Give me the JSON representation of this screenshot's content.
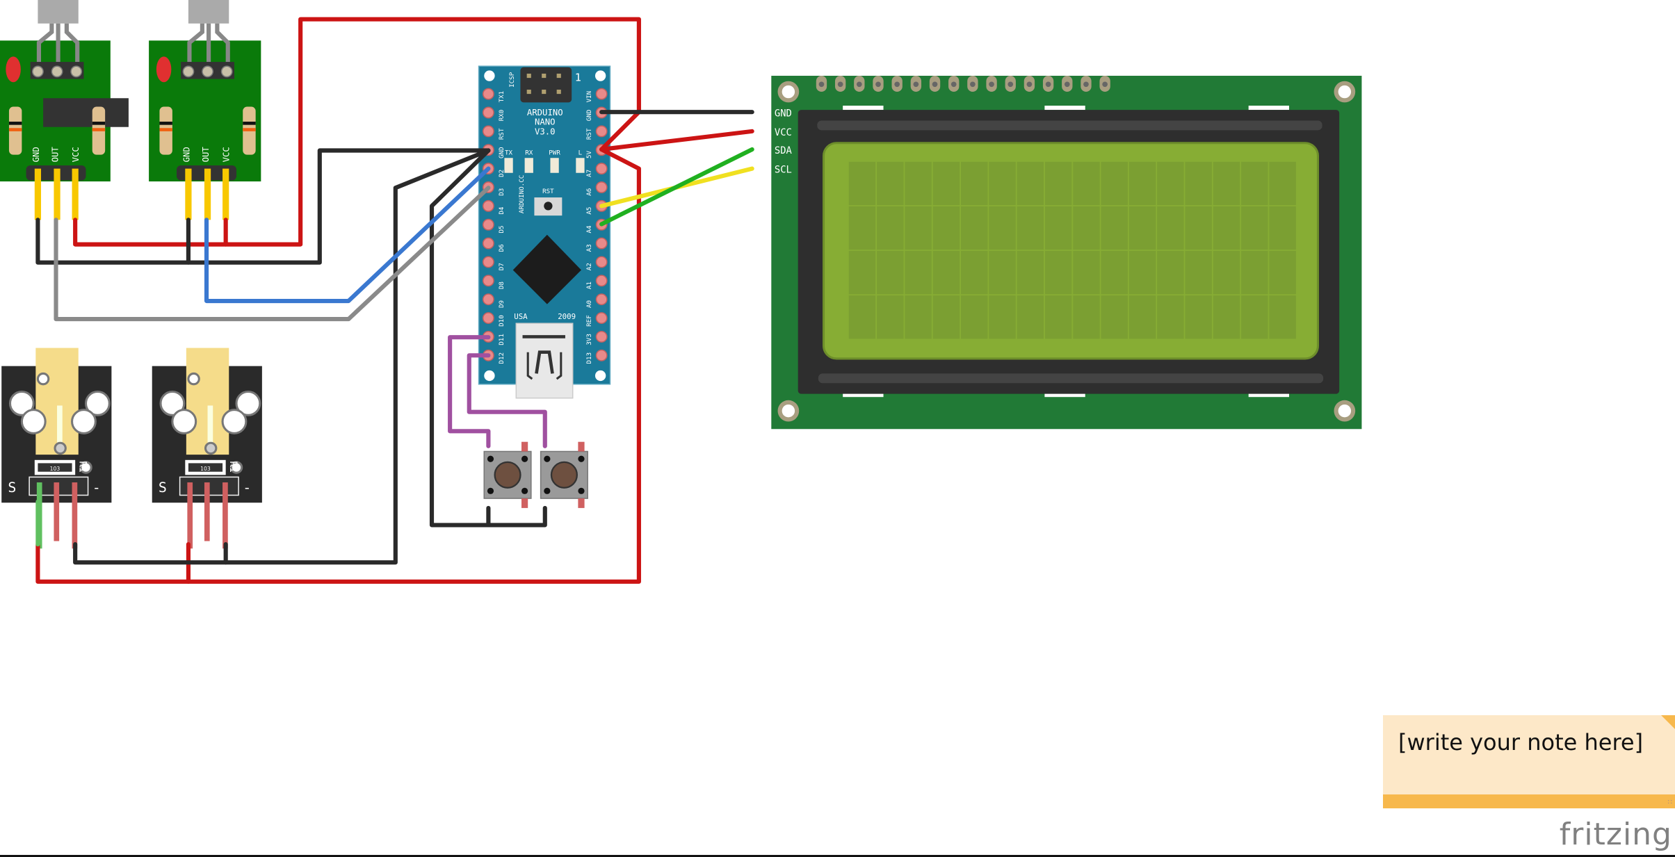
{
  "app": {
    "name": "Fritzing",
    "view": "Breadboard view",
    "logo_text": "fritzing"
  },
  "note": {
    "text": "[write your note here]"
  },
  "arduino": {
    "title_line1": "ARDUINO",
    "title_line2": "NANO",
    "title_line3": "V3.0",
    "icsp_label": "ICSP",
    "icsp_pin1": "1",
    "site_label": "ARDUINO.CC",
    "usa_label": "USA",
    "year_label": "2009",
    "rst_button_label": "RST",
    "leds": [
      "TX",
      "RX",
      "PWR",
      "L"
    ],
    "left_pins": [
      "TX1",
      "RX0",
      "RST",
      "GND",
      "D2",
      "D3",
      "D4",
      "D5",
      "D6",
      "D7",
      "D8",
      "D9",
      "D10",
      "D11",
      "D12"
    ],
    "right_pins": [
      "VIN",
      "GND",
      "RST",
      "5V",
      "A7",
      "A6",
      "A5",
      "A4",
      "A3",
      "A2",
      "A1",
      "A0",
      "REF",
      "3V3",
      "D13"
    ]
  },
  "lcd": {
    "type": "20x4 I2C LCD",
    "pins": [
      "GND",
      "VCC",
      "SDA",
      "SCL"
    ],
    "rows": 4,
    "cols": 16,
    "header_pins": 16
  },
  "sensors": [
    {
      "name": "Sensor module 1",
      "pins": [
        "GND",
        "OUT",
        "VCC"
      ]
    },
    {
      "name": "Sensor module 2",
      "pins": [
        "GND",
        "OUT",
        "VCC"
      ]
    }
  ],
  "laser_modules": [
    {
      "name": "Laser module 1",
      "signal_label": "S",
      "minus_label": "-",
      "resistor_label": "R1",
      "resistor_code": "103"
    },
    {
      "name": "Laser module 2",
      "signal_label": "S",
      "minus_label": "-",
      "resistor_label": "R1",
      "resistor_code": "103"
    }
  ],
  "buttons": [
    {
      "name": "Push button 1"
    },
    {
      "name": "Push button 2"
    }
  ],
  "colors": {
    "wire_red": "#cc1414",
    "wire_black": "#2a2a2a",
    "wire_blue": "#3a78d0",
    "wire_gray": "#8a8a8a",
    "wire_yellow": "#f0e020",
    "wire_green": "#20b020",
    "wire_purple": "#a050a0",
    "arduino_board": "#1a7a9a",
    "lcd_pcb": "#217a36",
    "lcd_screen": "#87ad34",
    "sensor_pcb": "#0a7a0a",
    "laser_pcb": "#2a2a2a",
    "note_bg": "#fde8c8",
    "note_accent": "#f7b84c"
  }
}
